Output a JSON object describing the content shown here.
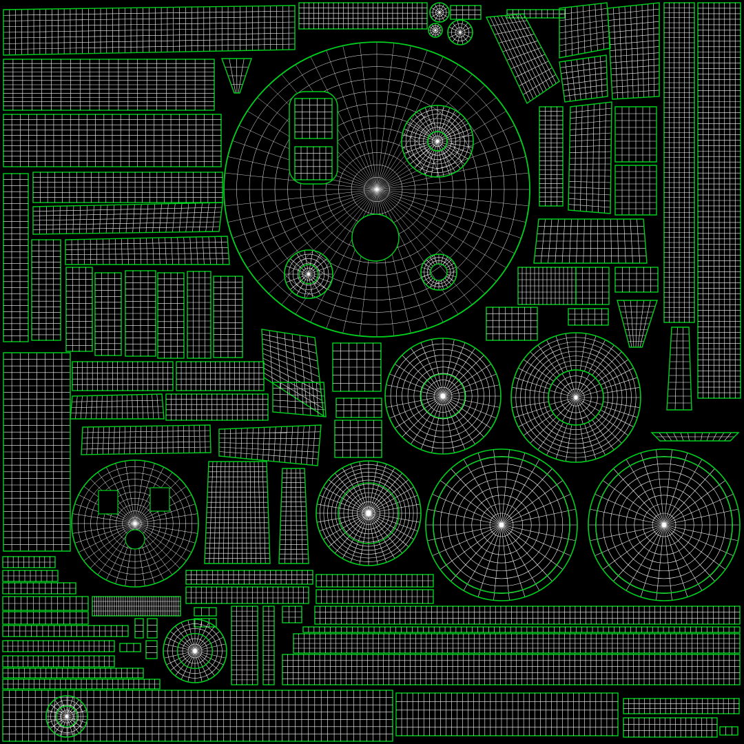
{
  "uv_layout": {
    "background": "#000000",
    "seam_color": "#00d21e",
    "wire_color": "#ffffff",
    "islands": {
      "shell_plate": "uv-island-shell-plate",
      "disc": "uv-island-disc",
      "ring": "uv-island-ring",
      "strip": "uv-island-strip",
      "patch": "uv-island-patch"
    }
  }
}
